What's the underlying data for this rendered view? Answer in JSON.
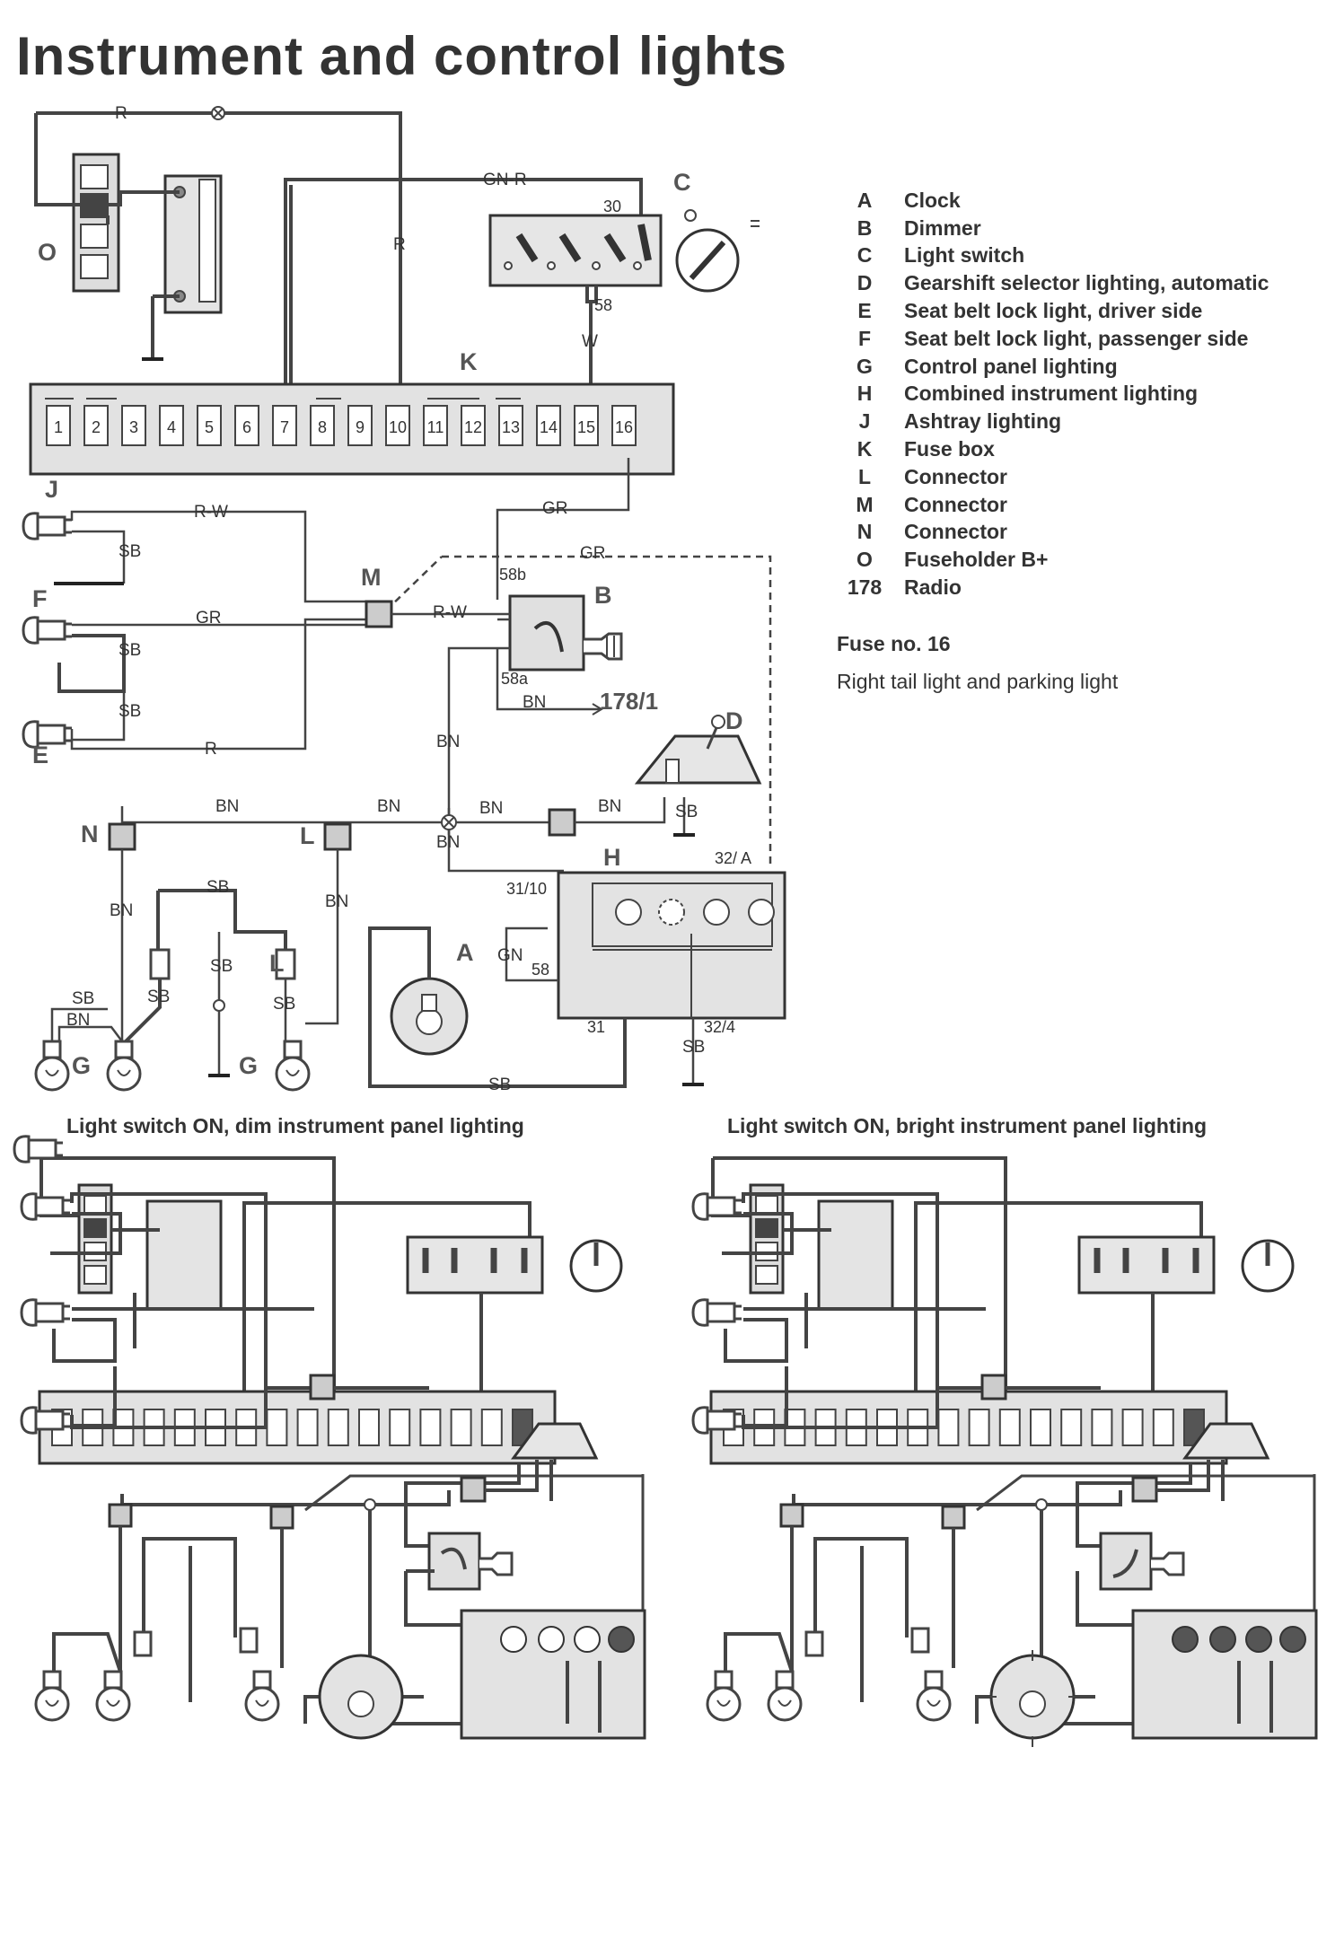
{
  "title": "Instrument and control lights",
  "legend": [
    {
      "key": "A",
      "label": "Clock"
    },
    {
      "key": "B",
      "label": "Dimmer"
    },
    {
      "key": "C",
      "label": "Light switch"
    },
    {
      "key": "D",
      "label": "Gearshift selector lighting, automatic"
    },
    {
      "key": "E",
      "label": "Seat belt lock light, driver side"
    },
    {
      "key": "F",
      "label": "Seat belt lock light, passenger side"
    },
    {
      "key": "G",
      "label": "Control panel lighting"
    },
    {
      "key": "H",
      "label": "Combined instrument lighting"
    },
    {
      "key": "J",
      "label": "Ashtray lighting"
    },
    {
      "key": "K",
      "label": "Fuse box"
    },
    {
      "key": "L",
      "label": "Connector"
    },
    {
      "key": "M",
      "label": "Connector"
    },
    {
      "key": "N",
      "label": "Connector"
    },
    {
      "key": "O",
      "label": "Fuseholder B+"
    },
    {
      "key": "178",
      "label": "Radio"
    }
  ],
  "fuse": {
    "title": "Fuse no. 16",
    "description": "Right tail light and parking light"
  },
  "panels": {
    "dim": "Light switch ON, dim instrument panel lighting",
    "bright": "Light switch ON, bright instrument panel lighting"
  },
  "component_labels": {
    "O": "O",
    "C": "C",
    "K": "K",
    "J": "J",
    "F": "F",
    "E": "E",
    "M": "M",
    "B": "B",
    "D": "D",
    "N": "N",
    "L": "L",
    "L2": "L",
    "H": "H",
    "A": "A",
    "G1": "G",
    "G2": "G"
  },
  "wire_labels": {
    "R_top": "R",
    "R_vert": "R",
    "GN_R": "GN-R",
    "W": "W",
    "RW_J": "R-W",
    "GR_F": "GR",
    "R_E": "R",
    "SB_J": "SB",
    "SB_F": "SB",
    "SB_E": "SB",
    "GR_fuse": "GR",
    "GR_dash": "GR",
    "RW_M": "R-W",
    "BN_radio": "BN",
    "radio_ref": "178/1",
    "BN_vert1": "BN",
    "BN_vert2": "BN",
    "BN_left": "BN",
    "BN_mid": "BN",
    "BN_right1": "BN",
    "BN_right2": "BN",
    "BN_N": "BN",
    "BN_L": "BN",
    "SB_top": "SB",
    "SB_G1": "SB",
    "BN_G1": "BN",
    "SB_a": "SB",
    "SB_b": "SB",
    "SB_c": "SB",
    "SB_D": "SB",
    "GN": "GN",
    "SB_clock": "SB",
    "SB_H": "SB"
  },
  "pin_labels": {
    "p30": "30",
    "p58": "58",
    "p58b": "58b",
    "p58a": "58a",
    "p31_10": "31/10",
    "p32A": "32/ A",
    "p58H": "58",
    "p31": "31",
    "p32_4": "32/4"
  },
  "fuse_numbers": [
    "1",
    "2",
    "3",
    "4",
    "5",
    "6",
    "7",
    "8",
    "9",
    "10",
    "11",
    "12",
    "13",
    "14",
    "15",
    "16"
  ]
}
